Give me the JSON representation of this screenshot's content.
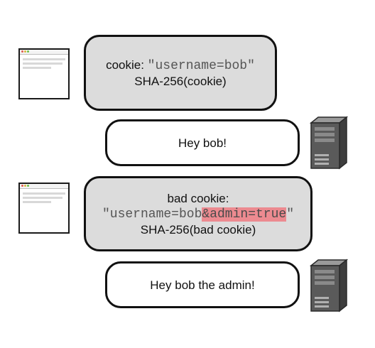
{
  "exchanges": [
    {
      "request": {
        "prefix": "cookie: ",
        "quote_open": "\"",
        "cookie_value": "username=bob",
        "quote_close": "\"",
        "signature": "SHA-256(cookie)"
      },
      "response": "Hey bob!"
    },
    {
      "request": {
        "heading": "bad cookie:",
        "quote_open": "\"",
        "cookie_value": "username=bob",
        "injected": "&admin=true",
        "quote_close": "\"",
        "signature": "SHA-256(bad cookie)"
      },
      "response": "Hey bob the admin!"
    }
  ],
  "colors": {
    "request_bubble": "#dcdcdc",
    "response_bubble": "#ffffff",
    "highlight": "#ec8a90",
    "server_body": "#5a5a5a"
  },
  "icons": [
    "browser-window-icon",
    "server-icon"
  ]
}
